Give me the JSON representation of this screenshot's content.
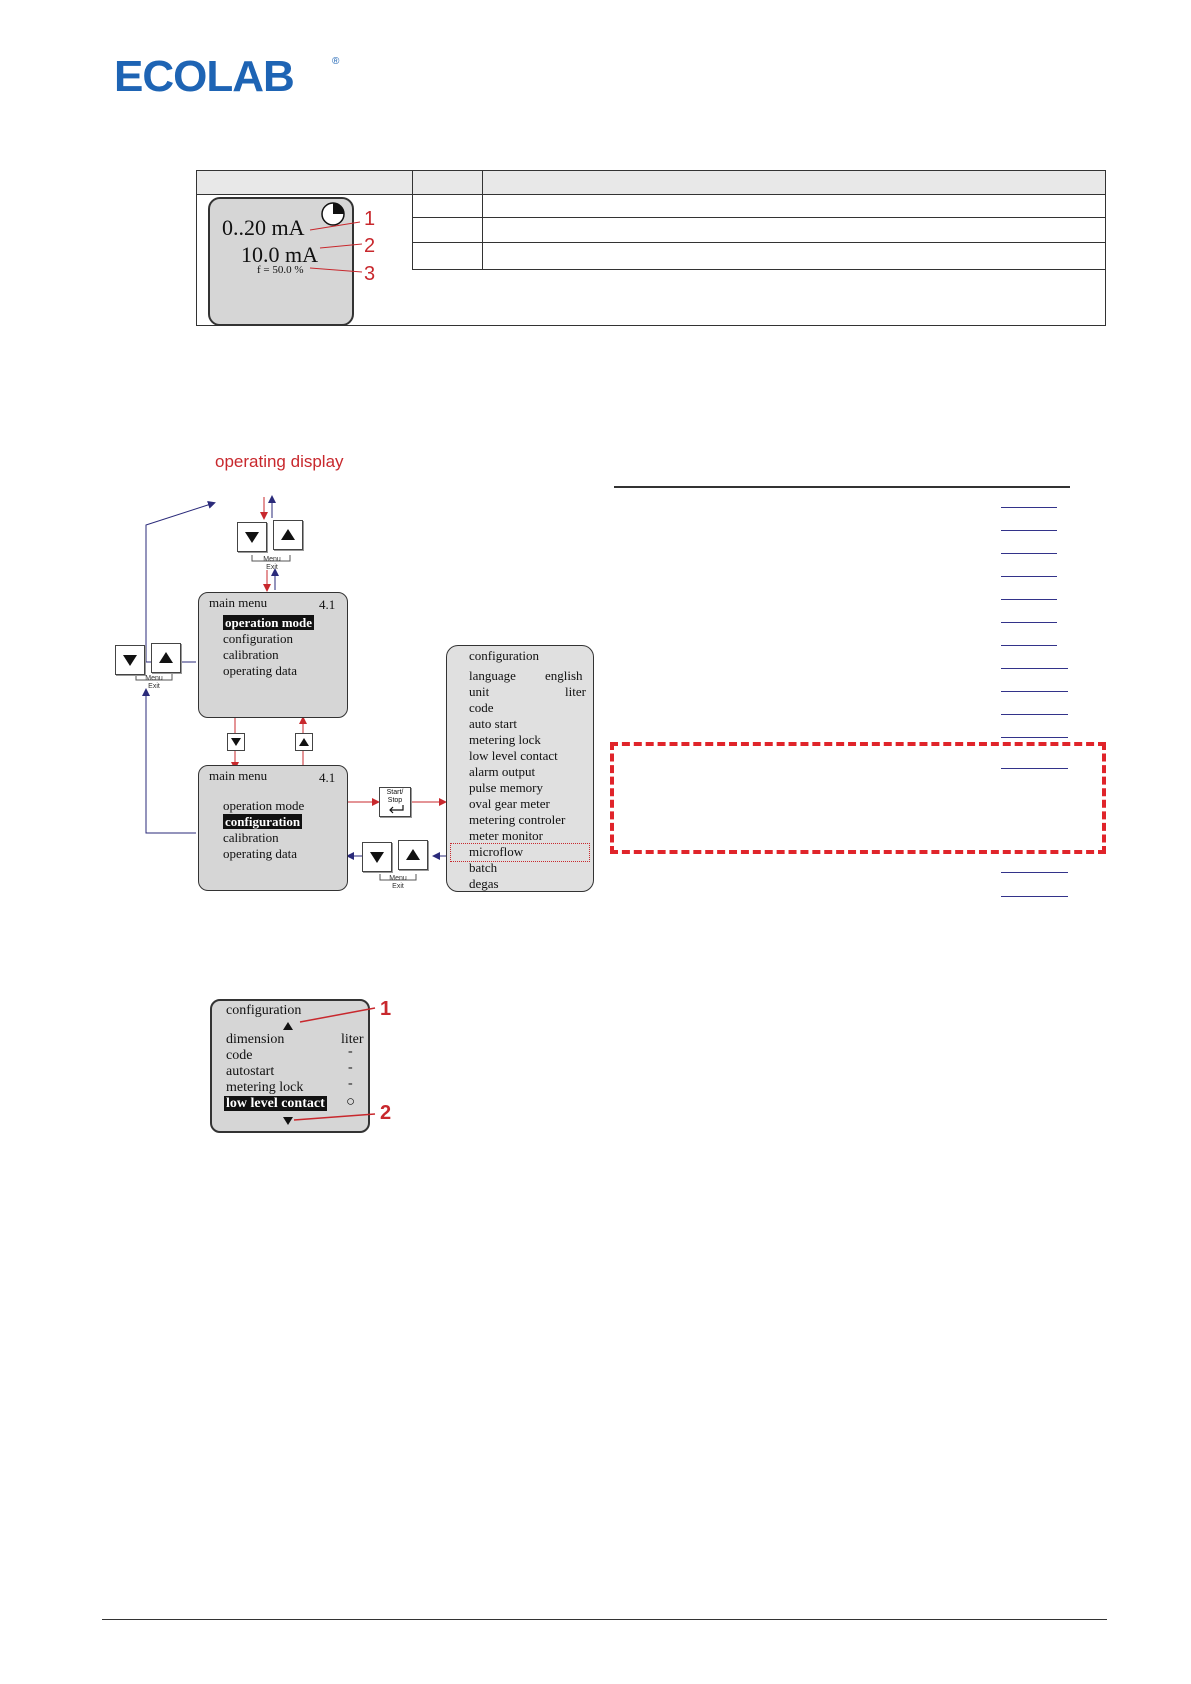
{
  "logo": {
    "text": "ECOLAB",
    "mark": "®"
  },
  "display1": {
    "range": "0..20 mA",
    "value": "10.0 mA",
    "factor": "f = 50.0 %",
    "callouts": [
      "1",
      "2",
      "3"
    ]
  },
  "diagram": {
    "operating_display_label": "operating display",
    "menu_exit": "Menu\nExit",
    "start_stop": "Start/\nStop",
    "main_menu_1": {
      "title": "main menu",
      "number": "4.1",
      "items": [
        "operation mode",
        "configuration",
        "calibration",
        "operating data"
      ],
      "selected_index": 0
    },
    "main_menu_2": {
      "title": "main menu",
      "number": "4.1",
      "items": [
        "operation mode",
        "configuration",
        "calibration",
        "operating data"
      ],
      "selected_index": 1
    },
    "config_menu": {
      "title": "configuration",
      "items": [
        {
          "label": "language",
          "value": "english"
        },
        {
          "label": "unit",
          "value": "liter"
        },
        {
          "label": "code",
          "value": ""
        },
        {
          "label": "auto start",
          "value": ""
        },
        {
          "label": "metering lock",
          "value": ""
        },
        {
          "label": "low level contact",
          "value": ""
        },
        {
          "label": "alarm output",
          "value": ""
        },
        {
          "label": "pulse memory",
          "value": ""
        },
        {
          "label": "oval gear meter",
          "value": ""
        },
        {
          "label": "metering controler",
          "value": ""
        },
        {
          "label": "meter monitor",
          "value": ""
        },
        {
          "label": "microflow",
          "value": ""
        },
        {
          "label": "batch",
          "value": ""
        },
        {
          "label": "degas",
          "value": ""
        }
      ]
    }
  },
  "display2": {
    "title": "configuration",
    "items": [
      {
        "label": "dimension",
        "value": "liter"
      },
      {
        "label": "code",
        "value": "-"
      },
      {
        "label": "autostart",
        "value": "-"
      },
      {
        "label": "metering lock",
        "value": "-"
      },
      {
        "label": "low level contact",
        "value": "○"
      }
    ],
    "callouts": [
      "1",
      "2"
    ]
  }
}
